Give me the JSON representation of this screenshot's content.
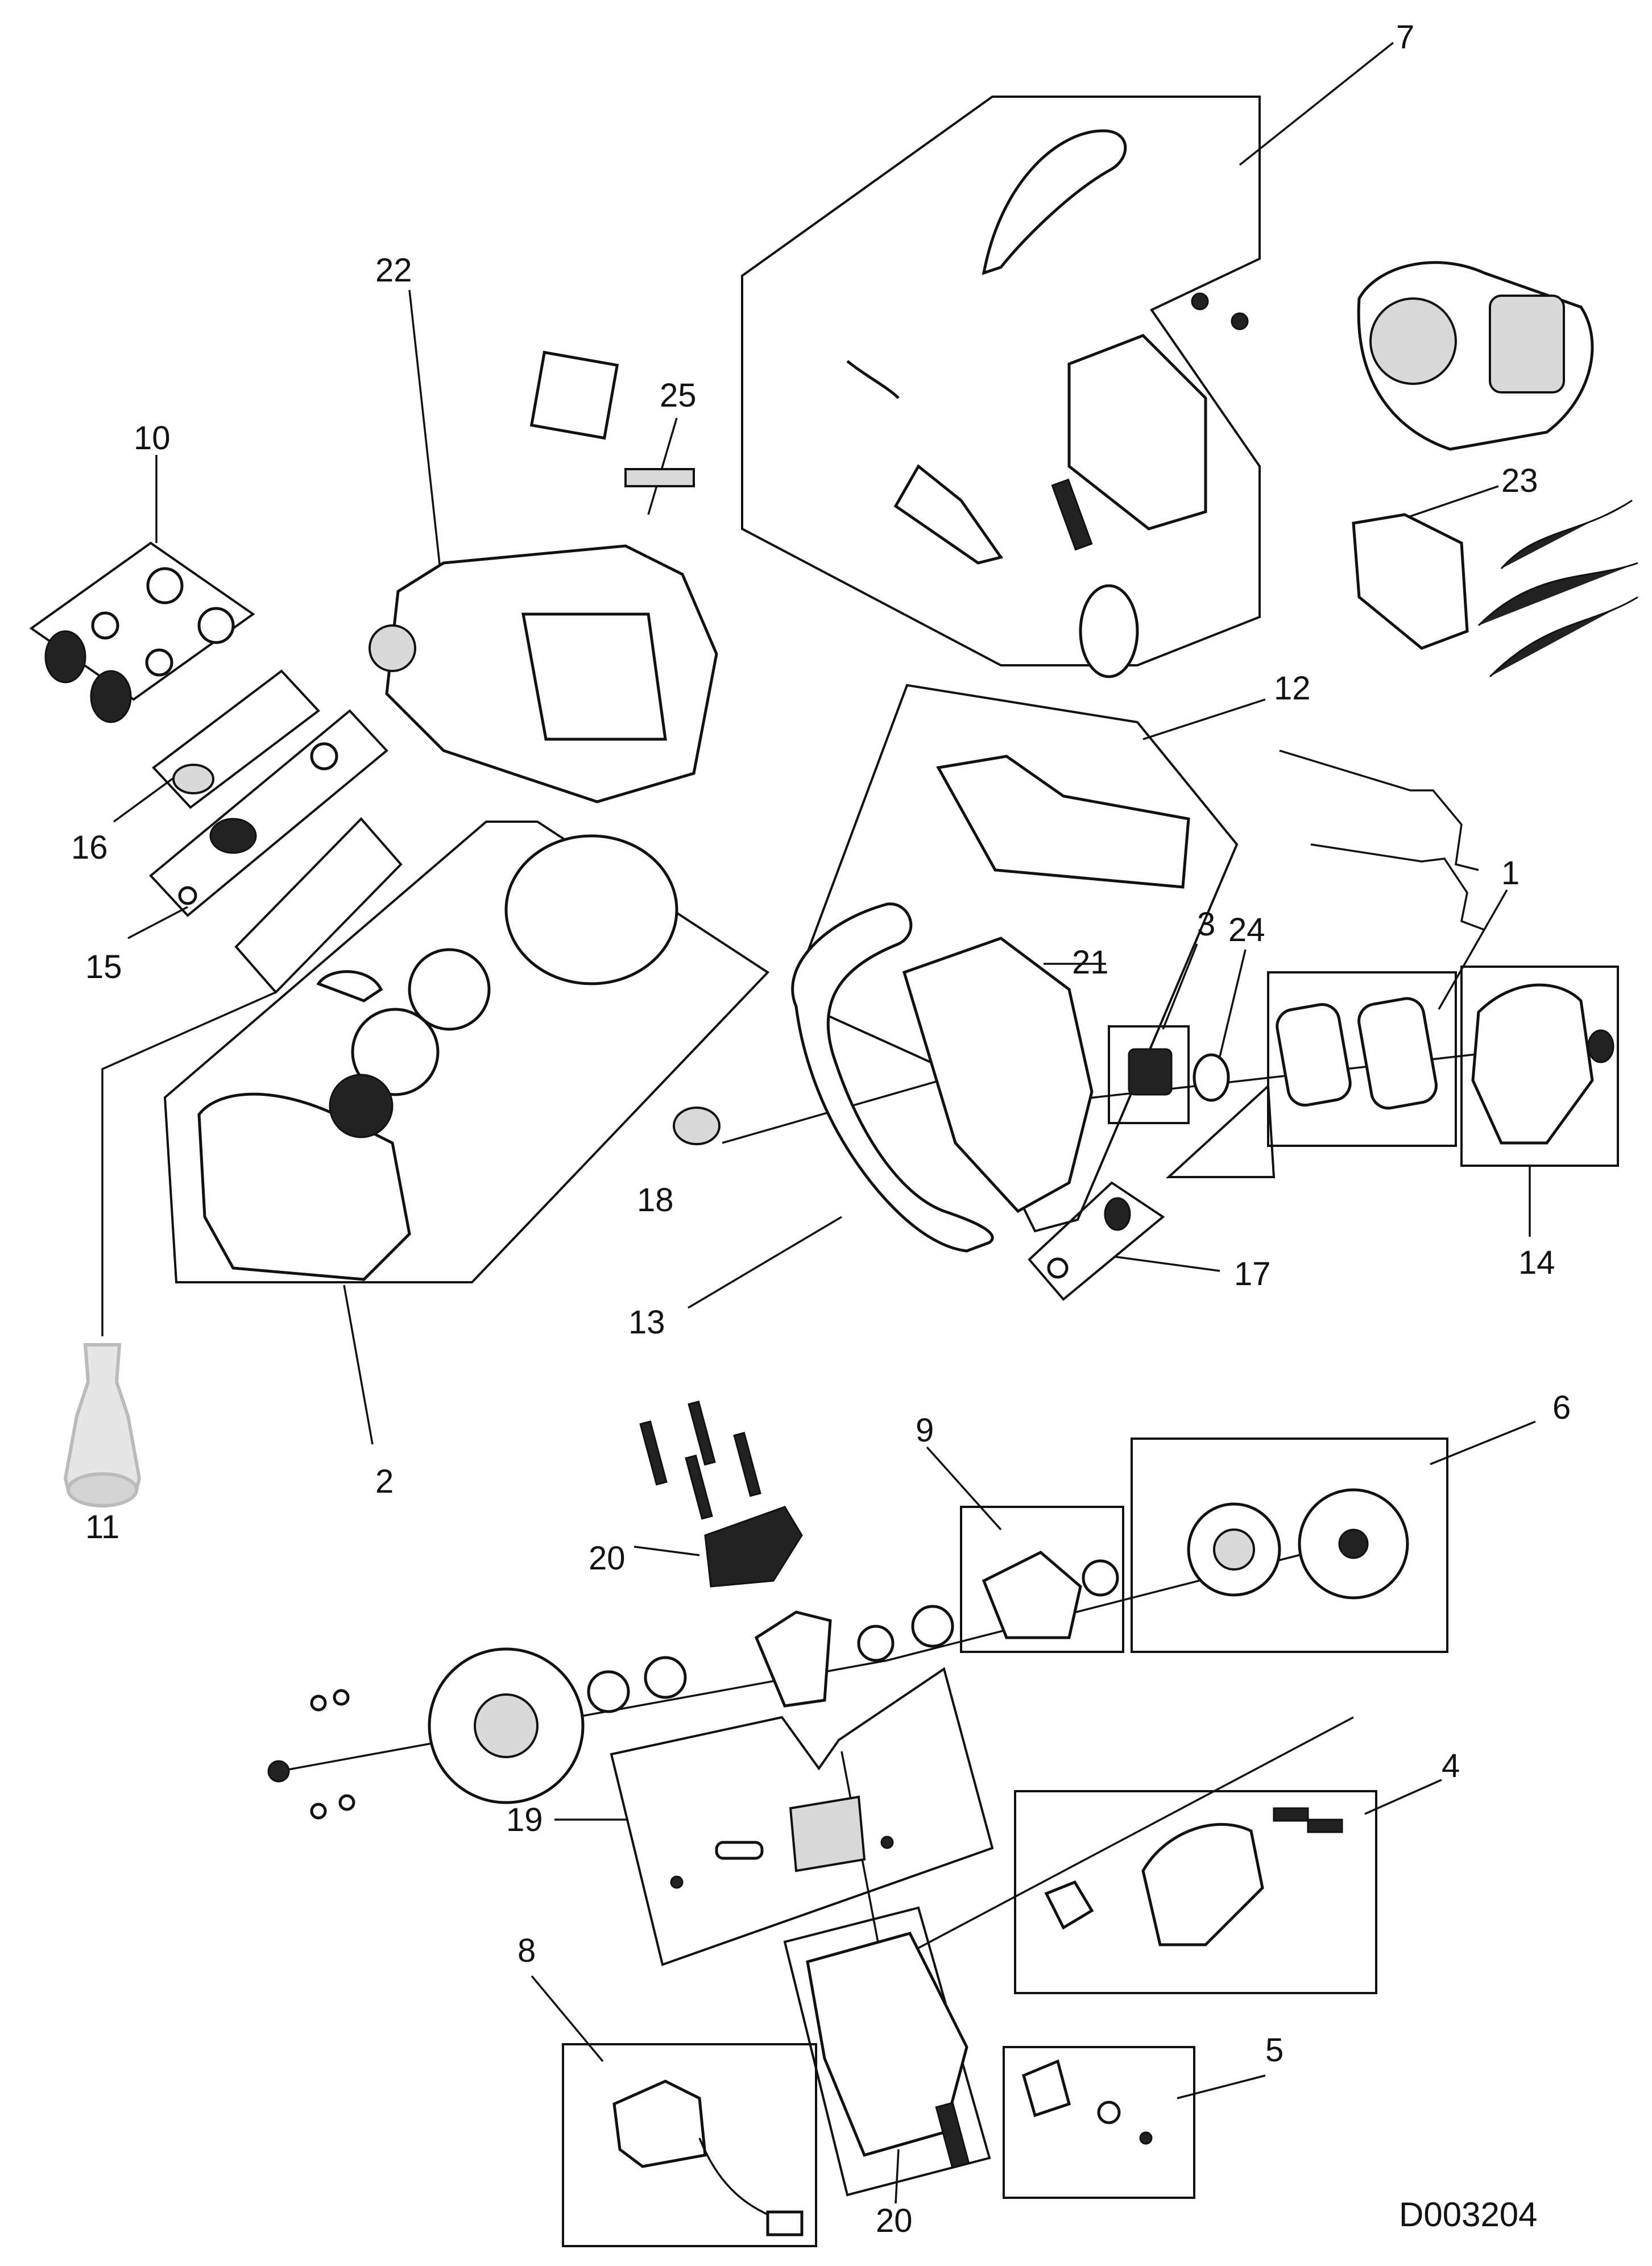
{
  "diagram": {
    "drawing_code": "D003204",
    "callouts": {
      "c1": "1",
      "c2": "2",
      "c3": "3",
      "c4": "4",
      "c5": "5",
      "c6": "6",
      "c7": "7",
      "c8": "8",
      "c9": "9",
      "c10": "10",
      "c11": "11",
      "c12": "12",
      "c13": "13",
      "c14": "14",
      "c15": "15",
      "c16": "16",
      "c17": "17",
      "c18": "18",
      "c19": "19",
      "c20a": "20",
      "c20b": "20",
      "c21": "21",
      "c22": "22",
      "c23": "23",
      "c24": "24",
      "c25": "25"
    }
  }
}
